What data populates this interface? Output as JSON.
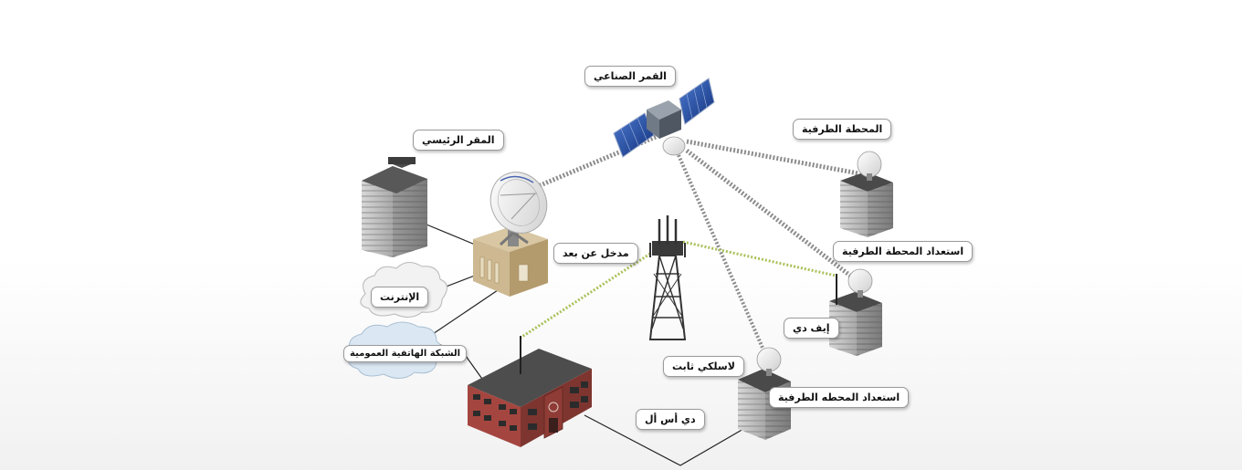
{
  "diagram": {
    "nodes": {
      "satellite": {
        "label": "القمر الصناعي"
      },
      "headquarters": {
        "label": "المقر الرئيسي"
      },
      "teleport": {
        "label": "مدخل عن بعد"
      },
      "internet": {
        "label": "الإنترنت"
      },
      "pstn": {
        "label": "الشبكة الهاتفية العمومية"
      },
      "terminal_station": {
        "label": "المحطة الطرفية"
      },
      "terminal_readiness_top": {
        "label": "استعداد المحطة الطرفية"
      },
      "evdo": {
        "label": "إيف دي"
      },
      "fixed_wireless": {
        "label": "لاسلكي ثابت"
      },
      "dsl": {
        "label": "دي أس أل"
      },
      "terminal_readiness_bottom": {
        "label": "استعداد المحطه الطرفية"
      }
    },
    "colors": {
      "satellite_link": "#8c8c8c",
      "wireless_link": "#a9c25a",
      "wire": "#222222",
      "building_gray": "#c4c4c4",
      "office_brick": "#8a3b35",
      "teleport_box": "#cdb891"
    }
  }
}
